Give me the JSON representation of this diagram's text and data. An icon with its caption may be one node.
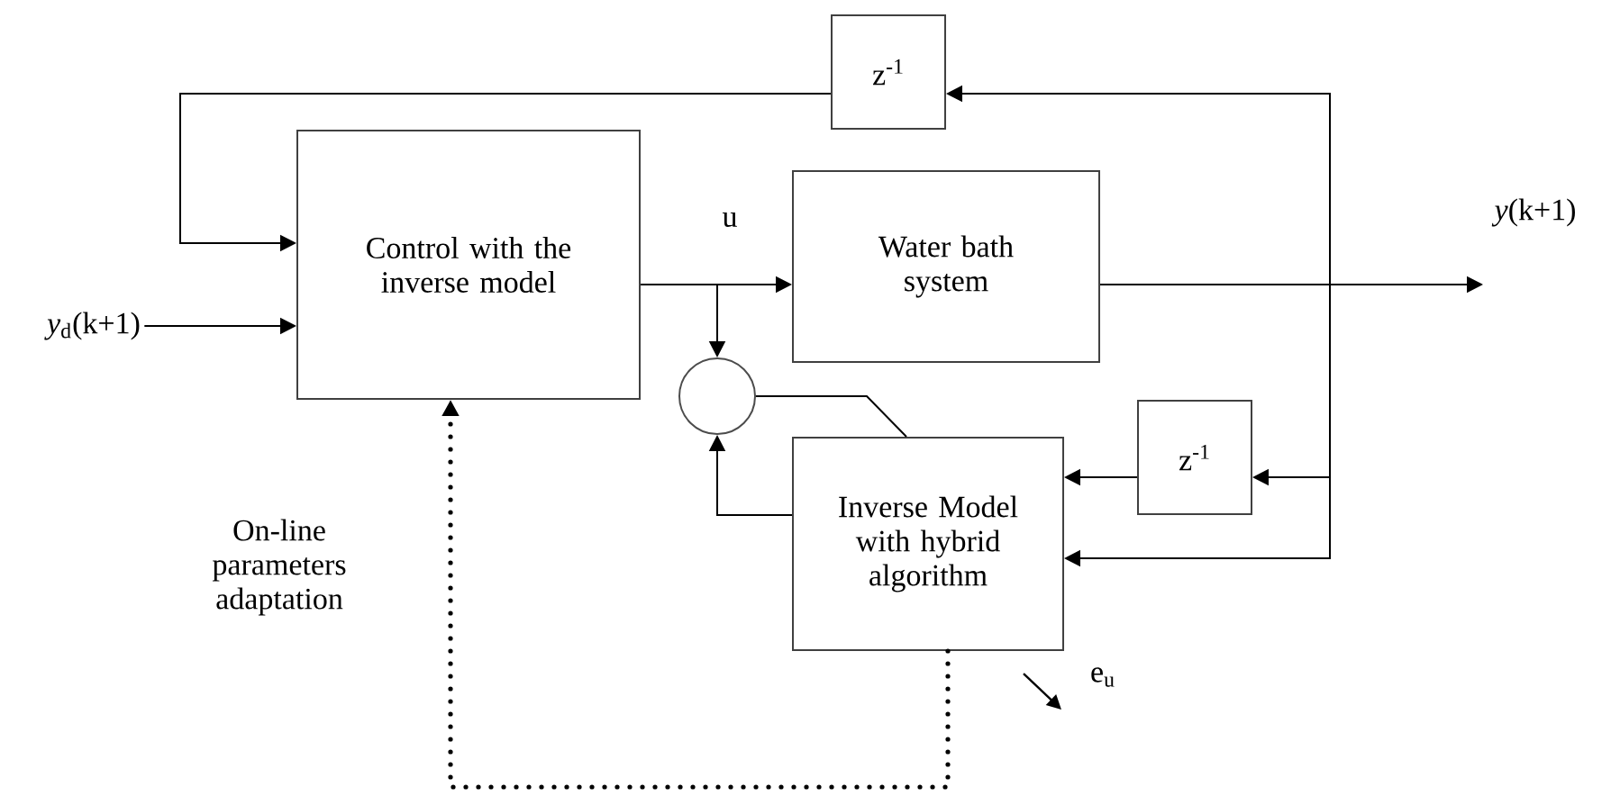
{
  "diagram": {
    "nodes": [
      {
        "text": [
          "Control with the inverse model"
        ]
      },
      {
        "text": [
          "Water bath system"
        ]
      },
      {
        "text": [
          "z$^{-1}$"
        ]
      },
      {
        "text": [],
        "shape": "circle"
      },
      {
        "text": [
          "Inverse Model with hybrid algorithm"
        ]
      },
      {
        "text": [
          "z$^{-1}$"
        ]
      },
      {
        "text": [
          "*y*(k+1)"
        ]
      },
      {
        "text": [
          "*y*$_{d}$(k+1)"
        ]
      }
    ],
    "edges": [
      {
        "from": 7,
        "to": 0,
        "arrow": "to"
      },
      {
        "from": 0,
        "to": 1,
        "arrow": "to"
      },
      {
        "from": 0,
        "to": 3,
        "arrow": "to"
      },
      {
        "from": 1,
        "to": 6,
        "arrow": "to"
      },
      {
        "from": 1,
        "to": 2,
        "arrow": "to"
      },
      {
        "from": 2,
        "to": 0,
        "arrow": "to"
      },
      {
        "from": 1,
        "to": 5,
        "arrow": "to"
      },
      {
        "from": 1,
        "to": 4,
        "arrow": "to"
      },
      {
        "from": 5,
        "to": 4,
        "arrow": "to"
      },
      {
        "from": 4,
        "to": 3,
        "arrow": "to"
      },
      {
        "from": 3,
        "to": 4,
        "arrow": "none"
      },
      {
        "from": 4,
        "to": 0,
        "arrow": "to",
        "style": "dashed"
      }
    ],
    "labels": [
      "u",
      "On-line parameters adaptation",
      "e$_{u}$"
    ]
  }
}
